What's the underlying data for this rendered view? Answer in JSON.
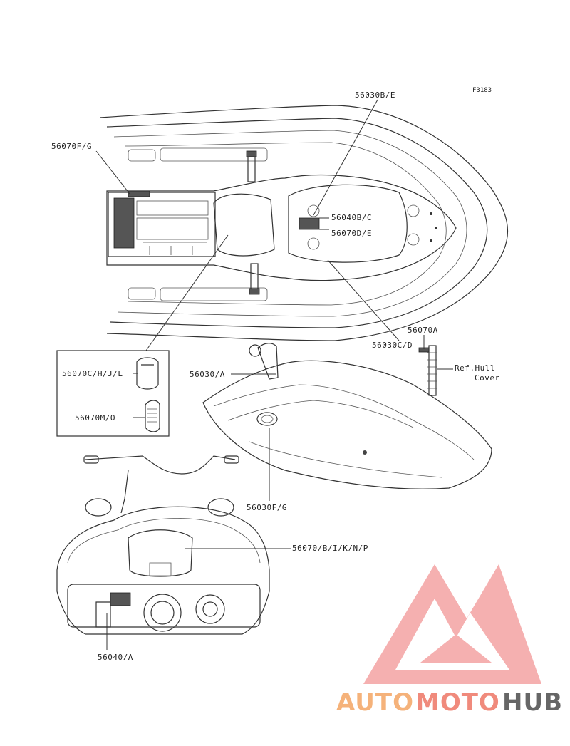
{
  "figure_ref": "F3183",
  "callouts": {
    "c_56030B_E": "56030B/E",
    "c_56070F_G": "56070F/G",
    "c_56040B_C": "56040B/C",
    "c_56070D_E": "56070D/E",
    "c_56030C_D": "56030C/D",
    "c_56070A": "56070A",
    "c_56030_A": "56030/A",
    "c_56070C_H_J_L": "56070C/H/J/L",
    "c_56070M_O": "56070M/O",
    "c_56030F_G": "56030F/G",
    "c_56070_B_I_K_N_P": "56070/B/I/K/N/P",
    "c_56040_A": "56040/A"
  },
  "ref_note": {
    "line1": "Ref.Hull",
    "line2": "Cover"
  },
  "watermark": {
    "part1": "AUTO",
    "part2": "MOTO",
    "part3": "HUB",
    "color1": "#f5b27a",
    "color2": "#f08a7c",
    "color3": "#666666",
    "logo_color": "#f2a0a0"
  }
}
